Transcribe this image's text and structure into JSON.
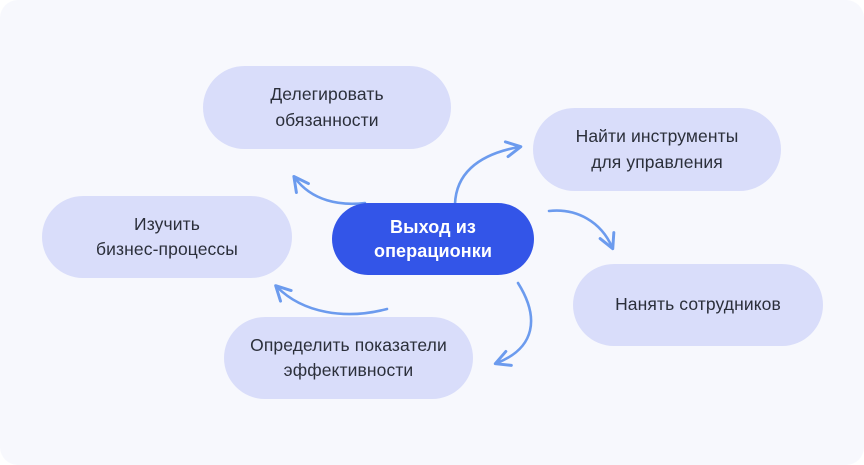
{
  "diagram": {
    "title": "Выход из операционки",
    "type": "cycle",
    "colors": {
      "background": "#f7f8fd",
      "central_fill": "#3355e8",
      "central_text": "#ffffff",
      "satellite_fill": "#d9ddfa",
      "satellite_text": "#2b2f3a",
      "arrow": "#6c9bee"
    },
    "central": {
      "label": "Выход из\nоперационки"
    },
    "nodes": [
      {
        "id": "delegate",
        "label": "Делегировать\nобязанности"
      },
      {
        "id": "tools",
        "label": "Найти инструменты\nдля управления"
      },
      {
        "id": "hire",
        "label": "Нанять сотрудников"
      },
      {
        "id": "kpi",
        "label": "Определить показатели\nэффективности"
      },
      {
        "id": "processes",
        "label": "Изучить\nбизнес-процессы"
      }
    ],
    "arrows": [
      {
        "id": "arrow-kpi-to-processes",
        "from": "kpi",
        "to": "processes",
        "direction": "up-left"
      },
      {
        "id": "arrow-processes-to-delegate",
        "from": "processes",
        "to": "delegate",
        "direction": "up-right"
      },
      {
        "id": "arrow-delegate-to-tools",
        "from": "delegate",
        "to": "tools",
        "direction": "right"
      },
      {
        "id": "arrow-tools-to-hire",
        "from": "tools",
        "to": "hire",
        "direction": "down-right"
      },
      {
        "id": "arrow-hire-to-kpi",
        "from": "hire",
        "to": "kpi",
        "direction": "down-left"
      }
    ]
  }
}
